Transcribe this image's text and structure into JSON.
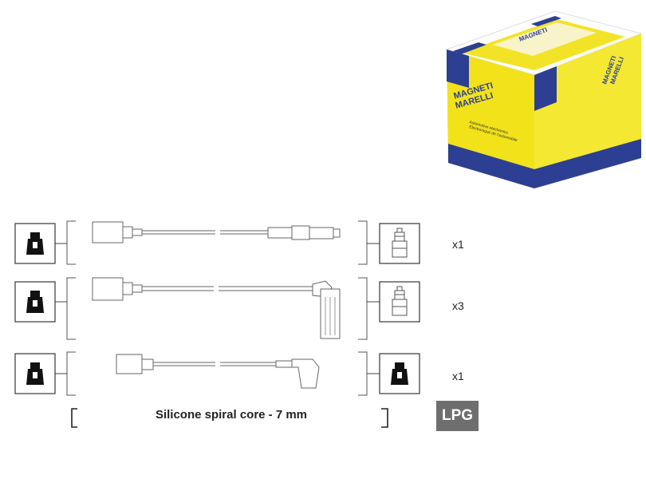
{
  "product_box": {
    "brand_line1": "MAGNETI",
    "brand_line2": "MARELLI",
    "subtitle_line1": "Automotive electronics",
    "subtitle_line2": "Electronique de l'automobile",
    "colors": {
      "yellow": "#f2e21a",
      "blue": "#2d3f93",
      "white": "#ffffff"
    }
  },
  "rows": [
    {
      "quantity": "x1",
      "right_connector": "plug-icon"
    },
    {
      "quantity": "x3",
      "right_connector": "plug-icon"
    },
    {
      "quantity": "x1",
      "right_connector": "boot-icon"
    }
  ],
  "caption": "Silicone spiral core - 7 mm",
  "badge": "LPG"
}
